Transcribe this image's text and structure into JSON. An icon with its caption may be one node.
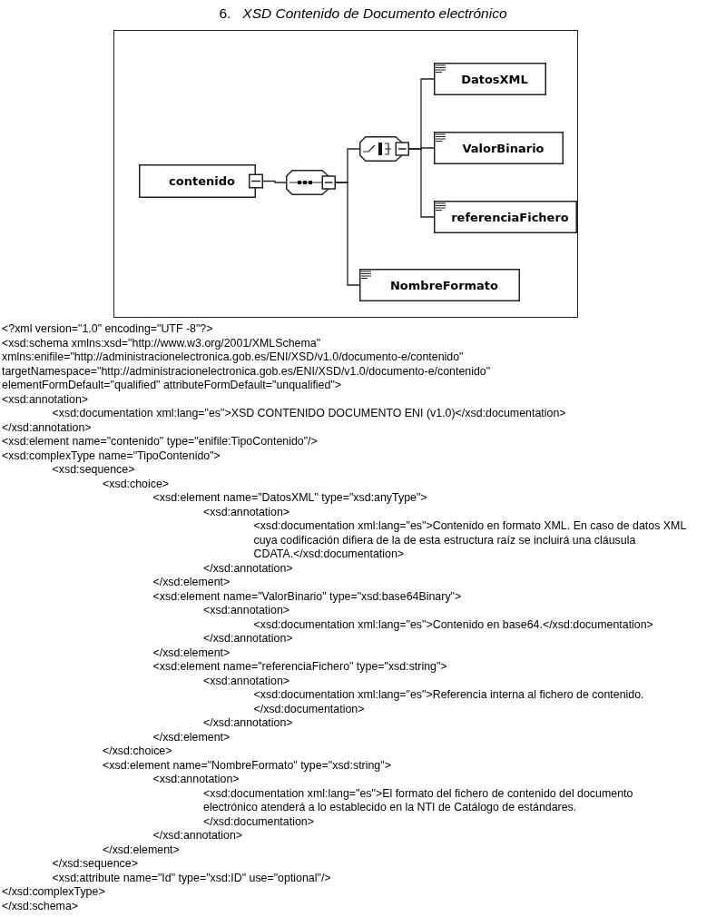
{
  "diagram": {
    "title": "6.   *XSD Contenido de Documento electrónico*",
    "nodes": [
      {
        "text": [
          "contenido"
        ]
      },
      {
        "text": [],
        "shape": "octagon"
      },
      {
        "text": [],
        "shape": "octagon"
      },
      {
        "text": [
          "DatosXML"
        ]
      },
      {
        "text": [
          "ValorBinario"
        ]
      },
      {
        "text": [
          "referenciaFichero"
        ]
      },
      {
        "text": [
          "NombreFormato"
        ]
      }
    ],
    "edges": [
      {
        "from": 0,
        "to": 1,
        "arrow": "none"
      },
      {
        "from": 1,
        "to": 2,
        "arrow": "none"
      },
      {
        "from": 1,
        "to": 6,
        "arrow": "none"
      },
      {
        "from": 2,
        "to": 3,
        "arrow": "none"
      },
      {
        "from": 2,
        "to": 4,
        "arrow": "none"
      },
      {
        "from": 2,
        "to": 5,
        "arrow": "none"
      }
    ],
    "labels": [
      "<?xml version=\"1.0\" encoding=\"UTF -8\"?>",
      "<xsd:schema xmlns:xsd=\"http://www.w3.org/2001/XMLSchema\"",
      "xmlns:enifile=\"http://administracionelectronica.gob.es/ENI/XSD/v1.0/documento-e/contenido\"",
      "targetNamespace=\"http://administracionelectronica.gob.es/ENI/XSD/v1.0/documento-e/contenido\"",
      "elementFormDefault=\"qualified\" attributeFormDefault=\"unqualified\">",
      "<xsd:annotation>",
      "<xsd:documentation xml:lang=\"es\">XSD CONTENIDO DOCUMENTO ENI (v1.0)</xsd:documentation>",
      "</xsd:annotation>",
      "<xsd:element name=\"contenido\" type=\"enifile:TipoContenido\"/>",
      "<xsd:complexType name=\"TipoContenido\">",
      "<xsd:sequence>",
      "<xsd:choice>",
      "<xsd:element name=\"DatosXML\" type=\"xsd:anyType\">",
      "<xsd:annotation>",
      "<xsd:documentation xml:lang=\"es\">Contenido en formato XML. En caso de datos XML",
      "cuya codificación difiera de la de esta estructura raíz se incluirá una cláusula",
      "CDATA.</xsd:documentation>",
      "</xsd:annotation>",
      "</xsd:element>",
      "<xsd:element name=\"ValorBinario\" type=\"xsd:base64Binary\">",
      "<xsd:annotation>",
      "<xsd:documentation xml:lang=\"es\">Contenido en base64.</xsd:documentation>",
      "</xsd:annotation>",
      "</xsd:element>",
      "<xsd:element name=\"referenciaFichero\" type=\"xsd:string\">",
      "<xsd:annotation>",
      "<xsd:documentation xml:lang=\"es\">Referencia interna al fichero de contenido.",
      "</xsd:documentation>",
      "</xsd:annotation>",
      "</xsd:element>",
      "</xsd:choice>",
      "<xsd:element name=\"NombreFormato\" type=\"xsd:string\">",
      "<xsd:annotation>",
      "<xsd:documentation xml:lang=\"es\">El formato del fichero de contenido del documento",
      "electrónico atenderá a lo establecido en la NTI de Catálogo de estándares.",
      "</xsd:documentation>",
      "</xsd:annotation>",
      "</xsd:element>",
      "</xsd:sequence>",
      "<xsd:attribute name=\"Id\" type=\"xsd:ID\" use=\"optional\"/>",
      "</xsd:complexType>",
      "</xsd:schema>"
    ]
  }
}
